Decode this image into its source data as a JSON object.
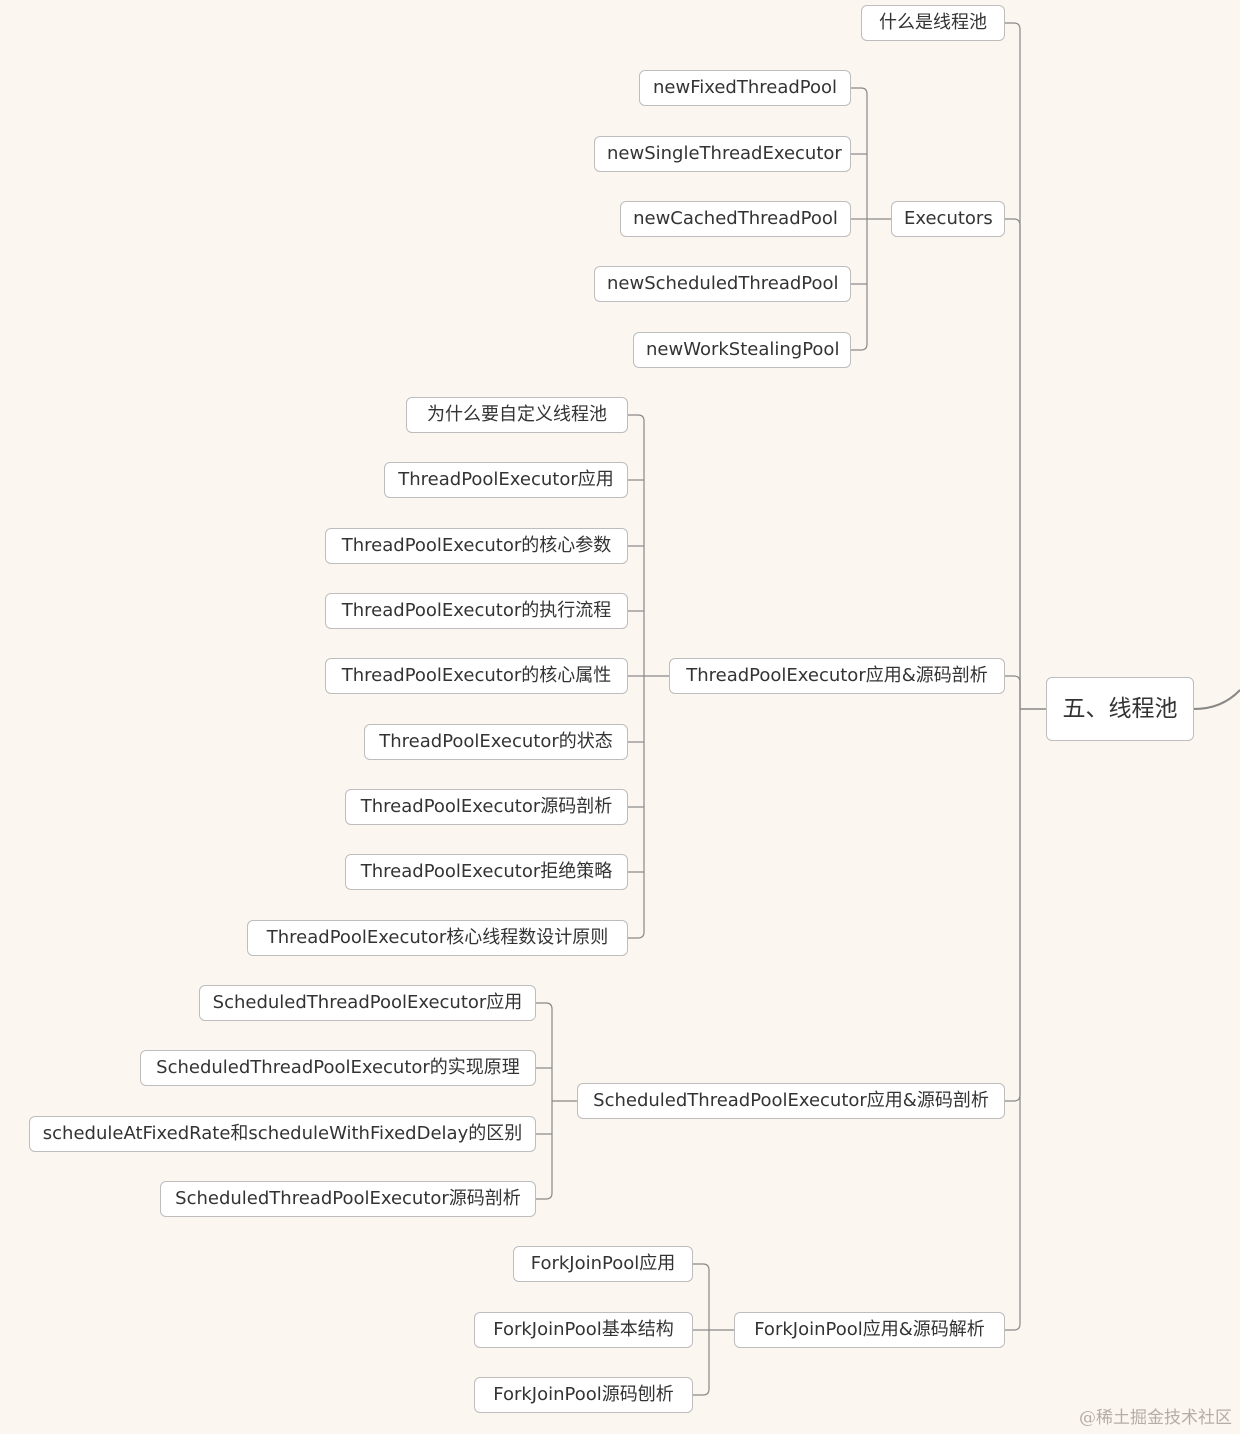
{
  "root": {
    "label": "五、线程池"
  },
  "branches": [
    {
      "label": "什么是线程池",
      "children": []
    },
    {
      "label": "Executors",
      "children": [
        "newFixedThreadPool",
        "newSingleThreadExecutor",
        "newCachedThreadPool",
        "newScheduledThreadPool",
        "newWorkStealingPool"
      ]
    },
    {
      "label": "ThreadPoolExecutor应用&源码剖析",
      "children": [
        "为什么要自定义线程池",
        "ThreadPoolExecutor应用",
        "ThreadPoolExecutor的核心参数",
        "ThreadPoolExecutor的执行流程",
        "ThreadPoolExecutor的核心属性",
        "ThreadPoolExecutor的状态",
        "ThreadPoolExecutor源码剖析",
        "ThreadPoolExecutor拒绝策略",
        "ThreadPoolExecutor核心线程数设计原则"
      ]
    },
    {
      "label": "ScheduledThreadPoolExecutor应用&源码剖析",
      "children": [
        "ScheduledThreadPoolExecutor应用",
        "ScheduledThreadPoolExecutor的实现原理",
        "scheduleAtFixedRate和scheduleWithFixedDelay的区别",
        "ScheduledThreadPoolExecutor源码剖析"
      ]
    },
    {
      "label": "ForkJoinPool应用&源码解析",
      "children": [
        "ForkJoinPool应用",
        "ForkJoinPool基本结构",
        "ForkJoinPool源码刨析"
      ]
    }
  ],
  "watermark": "@稀土掘金技术社区",
  "colors": {
    "background": "#fcf6f0",
    "node_border": "#bdbdbd",
    "line": "#888888",
    "text": "#333333"
  }
}
